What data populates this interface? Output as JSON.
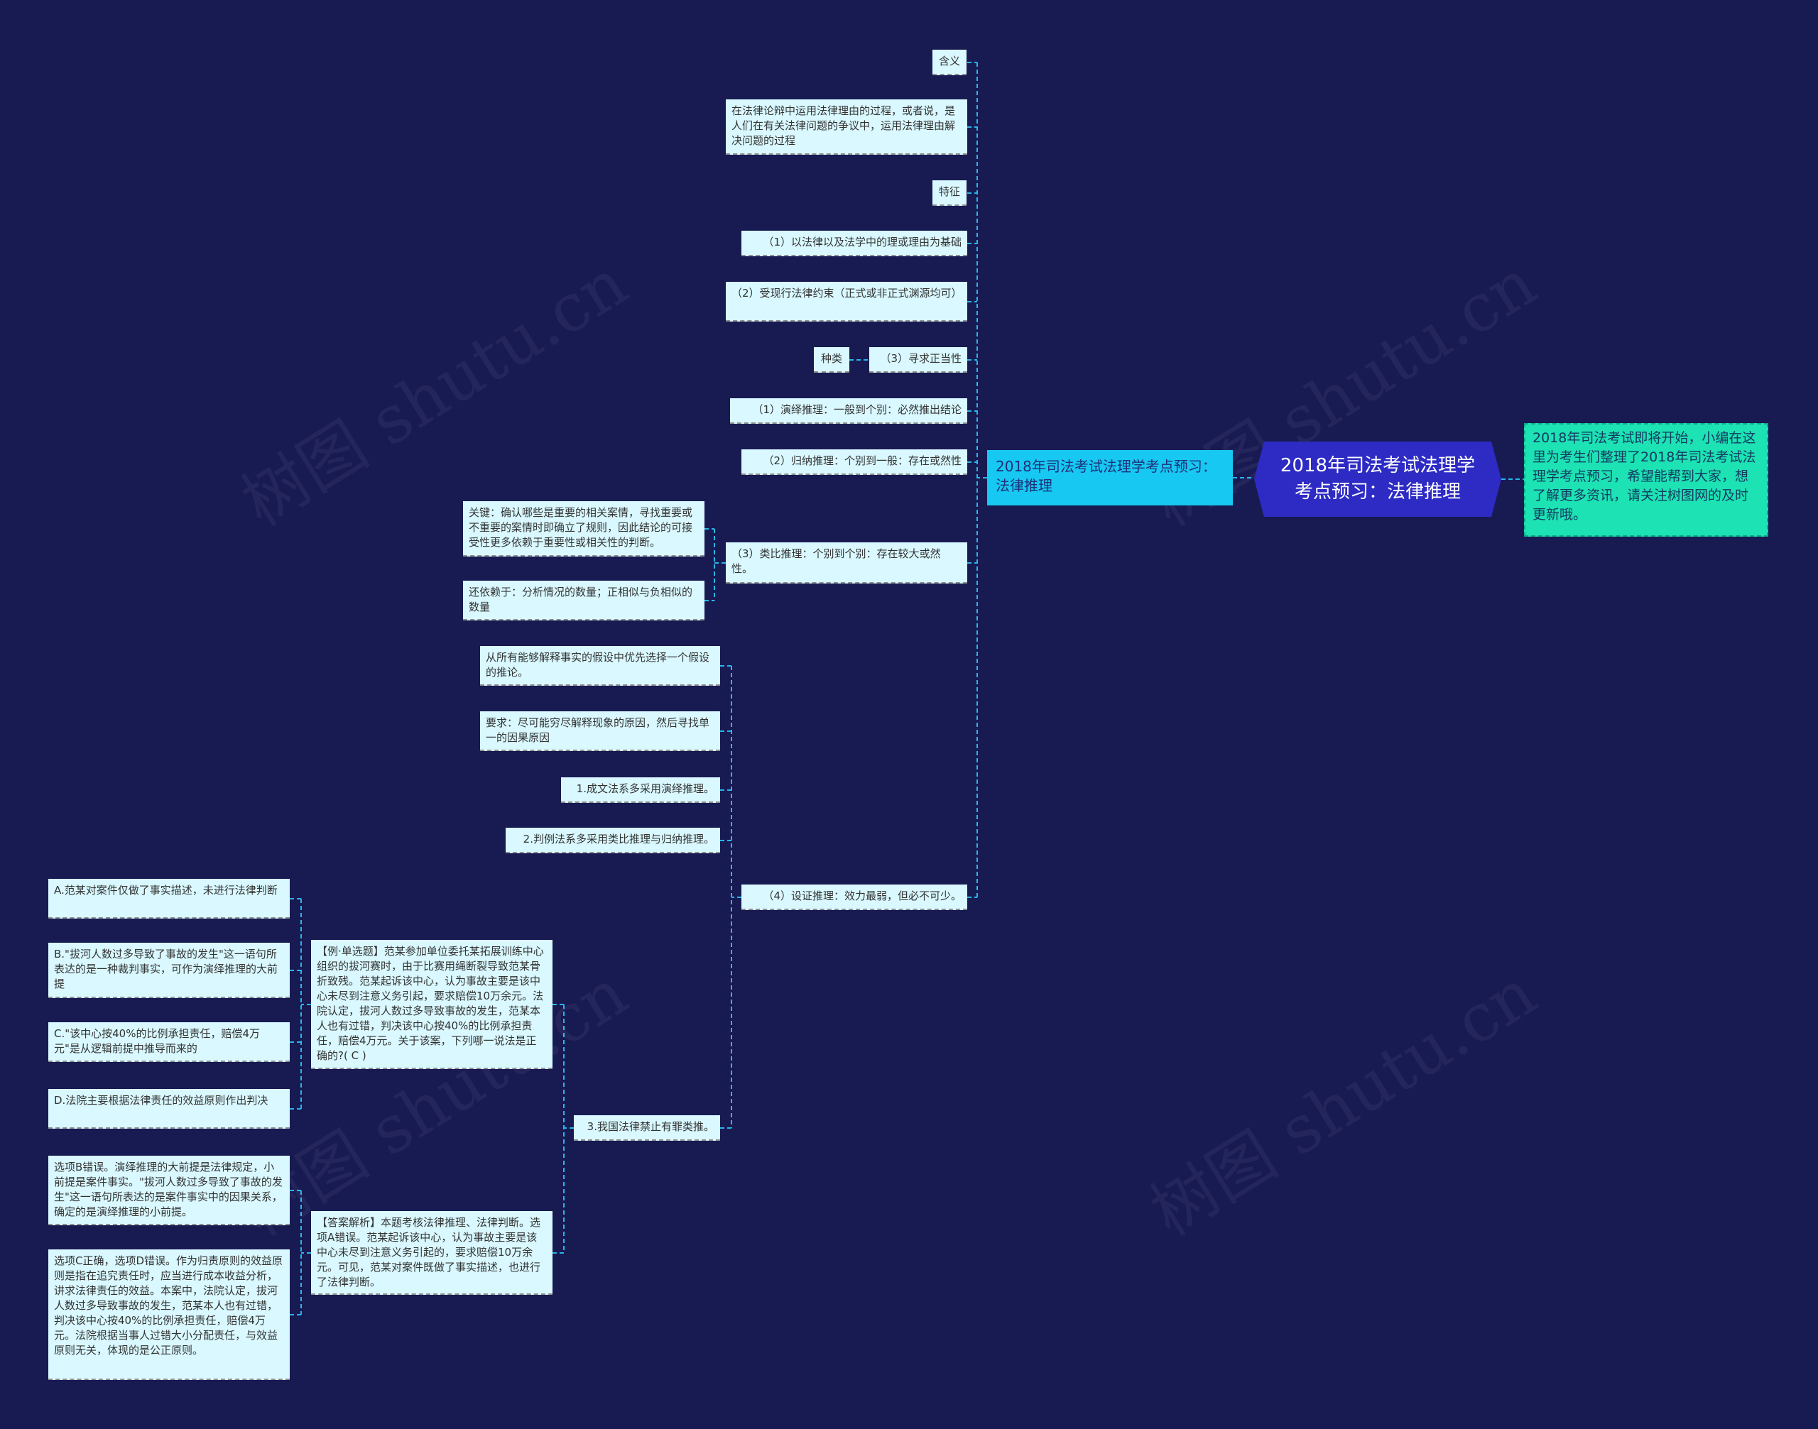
{
  "root": {
    "title": "2018年司法考试法理学考点预习：法律推理"
  },
  "summary": {
    "text": "2018年司法考试即将开始，小编在这里为考生们整理了2018年司法考试法理学考点预习，希望能帮到大家，想了解更多资讯，请关注树图网的及时更新哦。"
  },
  "branch": {
    "label": "2018年司法考试法理学考点预习：法律推理"
  },
  "nodes": {
    "hanyi": "含义",
    "hanyi_text": "在法律论辩中运用法律理由的过程，或者说，是人们在有关法律问题的争议中，运用法律理由解决问题的过程",
    "tezheng": "特征",
    "tezheng_1": "（1）以法律以及法学中的理或理由为基础",
    "tezheng_2": "（2）受现行法律约束（正式或非正式渊源均可）",
    "zhonglei": "种类",
    "tezheng_3": "（3）寻求正当性",
    "type_1": "（1）演绎推理：一般到个别：必然推出结论",
    "type_2": "（2）归纳推理：个别到一般：存在或然性",
    "type_3": "（3）类比推理：个别到个别：存在较大或然性。",
    "type_3_key": "关键：确认哪些是重要的相关案情，寻找重要或不重要的案情时即确立了规则，因此结论的可接受性更多依赖于重要性或相关性的判断。",
    "type_3_dep": "还依赖于：分析情况的数量；正相似与负相似的数量",
    "type_4": "（4）设证推理：效力最弱，但必不可少。",
    "type_4_def": "从所有能够解释事实的假设中优先选择一个假设的推论。",
    "type_4_req": "要求：尽可能穷尽解释现象的原因，然后寻找单一的因果原因",
    "type_4_a": "1.成文法系多采用演绎推理。",
    "type_4_b": "2.判例法系多采用类比推理与归纳推理。",
    "type_4_c": "3.我国法律禁止有罪类推。",
    "example": "【例·单选题】范某参加单位委托某拓展训练中心组织的拔河赛时，由于比赛用绳断裂导致范某骨折致残。范某起诉该中心，认为事故主要是该中心未尽到注意义务引起，要求赔偿10万余元。法院认定，拔河人数过多导致事故的发生，范某本人也有过错，判决该中心按40%的比例承担责任，赔偿4万元。关于该案，下列哪一说法是正确的?( C )",
    "opt_a": "A.范某对案件仅做了事实描述，未进行法律判断",
    "opt_b": "B.\"拔河人数过多导致了事故的发生\"这一语句所表达的是一种裁判事实，可作为演绎推理的大前提",
    "opt_c": "C.\"该中心按40%的比例承担责任，赔偿4万元\"是从逻辑前提中推导而来的",
    "opt_d": "D.法院主要根据法律责任的效益原则作出判决",
    "analysis": "【答案解析】本题考核法律推理、法律判断。选项A错误。范某起诉该中心，认为事故主要是该中心未尽到注意义务引起的，要求赔偿10万余元。可见，范某对案件既做了事实描述，也进行了法律判断。",
    "analysis_b": "选项B错误。演绎推理的大前提是法律规定，小前提是案件事实。\"拔河人数过多导致了事故的发生\"这一语句所表达的是案件事实中的因果关系，确定的是演绎推理的小前提。",
    "analysis_cd": "选项C正确，选项D错误。作为归责原则的效益原则是指在追究责任时，应当进行成本收益分析，讲求法律责任的效益。本案中，法院认定，拔河人数过多导致事故的发生，范某本人也有过错，判决该中心按40%的比例承担责任，赔偿4万元。法院根据当事人过错大小分配责任，与效益原则无关，体现的是公正原则。"
  },
  "watermark": {
    "text": "树图 shutu.cn"
  },
  "colors": {
    "background": "#181a52",
    "root_fill": "#2d2bc4",
    "branch_fill": "#16c8f2",
    "summary_fill": "#1de2b4",
    "leaf_fill": "#d9f8ff",
    "connector": "#29b6e8"
  }
}
